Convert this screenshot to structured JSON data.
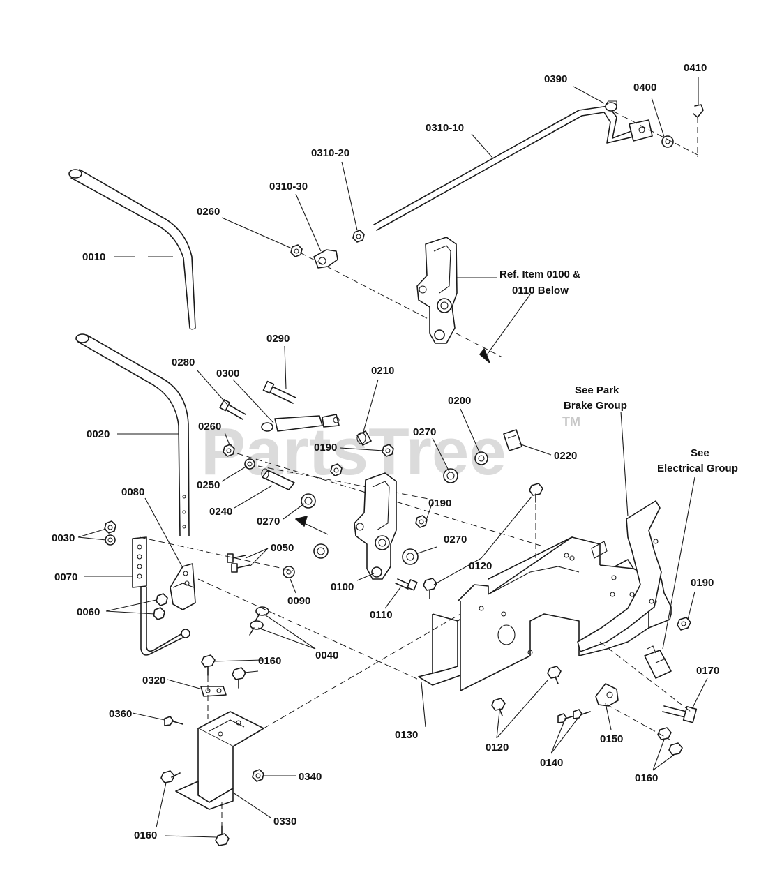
{
  "watermark": {
    "brand": "PartsTree",
    "trademark": "TM"
  },
  "part_labels": {
    "p0410": "0410",
    "p0390": "0390",
    "p0400": "0400",
    "p0310_10": "0310-10",
    "p0310_20": "0310-20",
    "p0310_30": "0310-30",
    "p0260a": "0260",
    "p0010": "0010",
    "p0290": "0290",
    "p0280": "0280",
    "p0300": "0300",
    "p0210": "0210",
    "p0200": "0200",
    "p0020": "0020",
    "p0260b": "0260",
    "p0190a": "0190",
    "p0270a": "0270",
    "p0220": "0220",
    "p0250": "0250",
    "p0240": "0240",
    "p0190b": "0190",
    "p0080": "0080",
    "p0270b": "0270",
    "p0270c": "0270",
    "p0030": "0030",
    "p0050": "0050",
    "p0120a": "0120",
    "p0190c": "0190",
    "p0070": "0070",
    "p0100": "0100",
    "p0090": "0090",
    "p0060": "0060",
    "p0110": "0110",
    "p0040": "0040",
    "p0160a": "0160",
    "p0170": "0170",
    "p0320": "0320",
    "p0130": "0130",
    "p0150": "0150",
    "p0360": "0360",
    "p0120b": "0120",
    "p0140": "0140",
    "p0340": "0340",
    "p0160b": "0160",
    "p0330": "0330",
    "p0160c": "0160"
  },
  "notes": {
    "ref_line1": "Ref. Item 0100 &",
    "ref_line2": "0110 Below",
    "park_line1": "See Park",
    "park_line2": "Brake Group",
    "elec_line1": "See",
    "elec_line2": "Electrical Group"
  }
}
